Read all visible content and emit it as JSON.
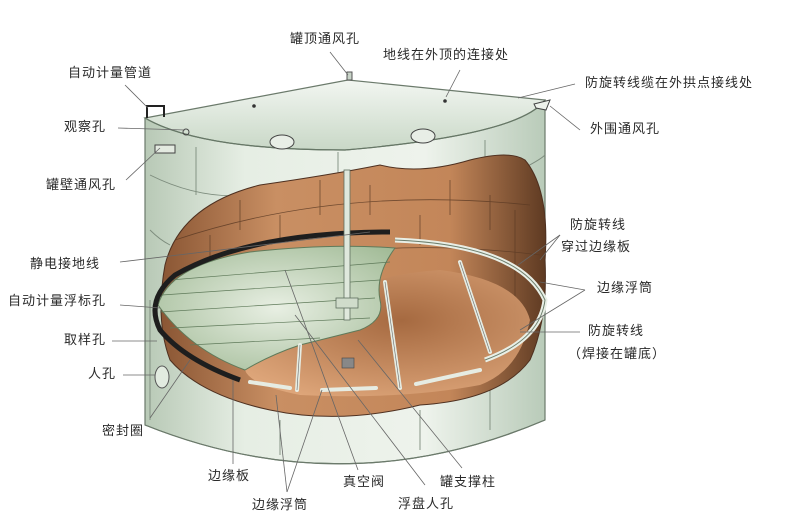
{
  "diagram": {
    "subject": "floating-roof storage tank cutaway",
    "colors": {
      "shell": "#dfe8df",
      "shell_shade": "#b9cbb9",
      "roof": "#e6eee6",
      "interior_wall": "#c98f63",
      "interior_dark": "#7a4a2a",
      "floor": "#d39a6c",
      "deck": "#cfdcc8",
      "seal": "#1e1e1e",
      "line": "#555555"
    },
    "labels": {
      "roof_vent": "罐顶通风孔",
      "ground_wire_top": "地线在外顶的连接处",
      "anti_rotation_cable_top": "防旋转线缆在外拱点接线处",
      "auto_gauge_pipe": "自动计量管道",
      "inspection_hole": "观察孔",
      "perimeter_vent": "外围通风孔",
      "wall_vent": "罐壁通风孔",
      "anti_rotation_line_1": "防旋转线",
      "anti_rotation_line_2": "穿过边缘板",
      "static_ground_wire": "静电接地线",
      "rim_pontoon_right": "边缘浮筒",
      "auto_gauge_float_hole": "自动计量浮标孔",
      "anti_rotation_weld_1": "防旋转线",
      "anti_rotation_weld_2": "（焊接在罐底）",
      "sampling_hole": "取样孔",
      "manhole": "人孔",
      "seal_ring": "密封圈",
      "rim_plate": "边缘板",
      "rim_pontoon_bottom": "边缘浮筒",
      "vacuum_valve": "真空阀",
      "deck_manhole": "浮盘人孔",
      "support_column": "罐支撑柱"
    }
  }
}
